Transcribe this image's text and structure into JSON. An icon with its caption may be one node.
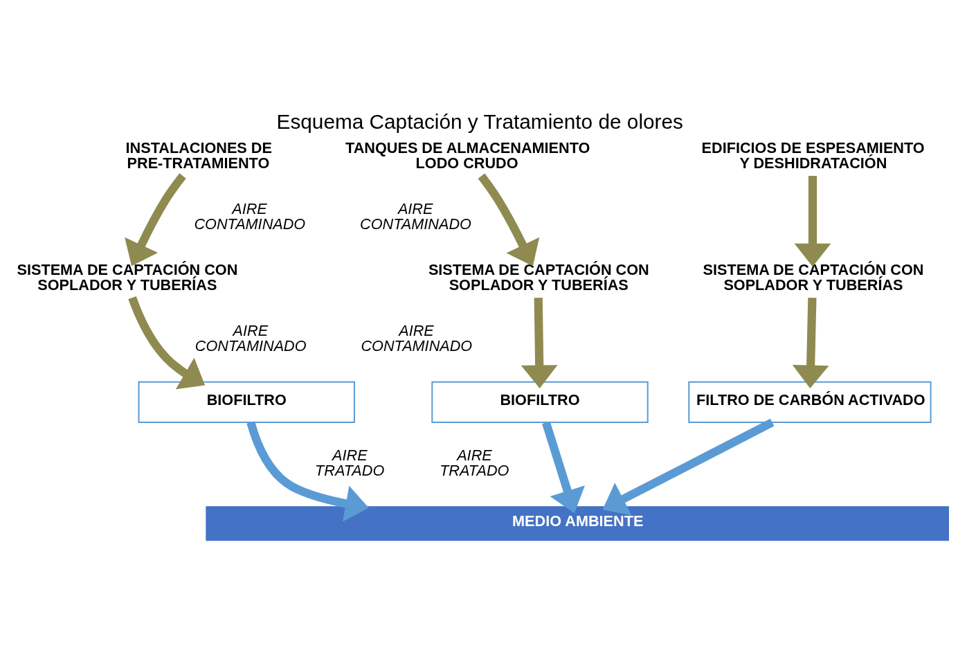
{
  "diagram": {
    "title": "Esquema Captación y Tratamiento de olores",
    "nodes": [
      {
        "text": [
          "INSTALACIONES DE PRE-TRATAMIENTO"
        ]
      },
      {
        "text": [
          "TANQUES DE ALMACENAMIENTO LODO CRUDO"
        ]
      },
      {
        "text": [
          "EDIFICIOS DE ESPESAMIENTO Y DESHIDRATACIÓN"
        ]
      },
      {
        "text": [
          "SISTEMA DE CAPTACIÓN CON SOPLADOR Y TUBERÍAS"
        ]
      },
      {
        "text": [
          "SISTEMA DE CAPTACIÓN CON SOPLADOR Y TUBERÍAS"
        ]
      },
      {
        "text": [
          "SISTEMA DE CAPTACIÓN CON SOPLADOR Y TUBERÍAS"
        ]
      },
      {
        "text": [
          "BIOFILTRO"
        ]
      },
      {
        "text": [
          "BIOFILTRO"
        ]
      },
      {
        "text": [
          "FILTRO DE CARBÓN ACTIVADO"
        ]
      },
      {
        "text": [
          "MEDIO AMBIENTE"
        ]
      }
    ],
    "edges": [
      {
        "from": 0,
        "to": 3,
        "arrow": "to"
      },
      {
        "from": 1,
        "to": 4,
        "arrow": "to"
      },
      {
        "from": 2,
        "to": 5,
        "arrow": "to"
      },
      {
        "from": 3,
        "to": 6,
        "arrow": "to"
      },
      {
        "from": 4,
        "to": 7,
        "arrow": "to"
      },
      {
        "from": 5,
        "to": 8,
        "arrow": "to"
      },
      {
        "from": 6,
        "to": 9,
        "arrow": "to",
        "color": "#5b9bd5"
      },
      {
        "from": 7,
        "to": 9,
        "arrow": "to",
        "color": "#5b9bd5"
      },
      {
        "from": 8,
        "to": 9,
        "arrow": "to",
        "color": "#5b9bd5"
      }
    ],
    "labels": [
      "AIRE CONTAMINADO",
      "AIRE CONTAMINADO",
      "AIRE CONTAMINADO",
      "AIRE CONTAMINADO",
      "AIRE TRATADO",
      "AIRE TRATADO"
    ]
  }
}
